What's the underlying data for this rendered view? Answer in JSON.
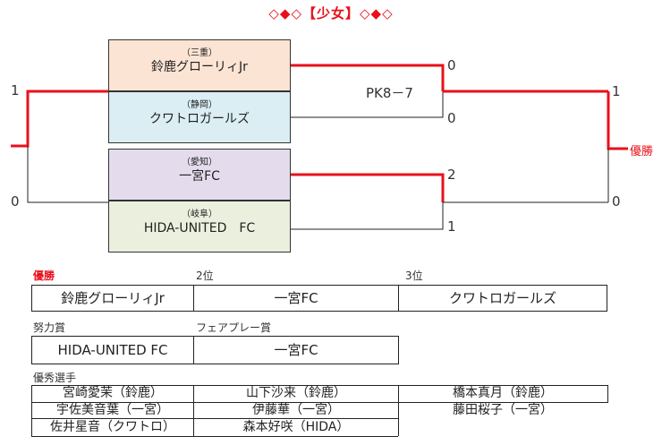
{
  "title": "◇◆◇【少女】◇◆◇",
  "teams": [
    {
      "pref": "（三重）",
      "name": "鈴鹿グローリィJr",
      "bg": "#fce4d4"
    },
    {
      "pref": "（静岡）",
      "name": "クワトロガールズ",
      "bg": "#daeef4"
    },
    {
      "pref": "（愛知）",
      "name": "一宮FC",
      "bg": "#e4dced"
    },
    {
      "pref": "（岐阜）",
      "name": "HIDA-UNITED　FC",
      "bg": "#ebf0de"
    }
  ],
  "scores": {
    "semi1_top": "0",
    "semi1_bottom": "0",
    "pk": "PK8－7",
    "semi2_top": "2",
    "semi2_bottom": "1",
    "final_left_top": "1",
    "final_left_bottom": "0",
    "final_right_top": "1",
    "final_right_bottom": "0"
  },
  "winner_label": "優勝",
  "results": {
    "first_label": "優勝",
    "second_label": "2位",
    "third_label": "3位",
    "first": "鈴鹿グローリィJr",
    "second": "一宮FC",
    "third": "クワトロガールズ"
  },
  "awards": {
    "effort_label": "努力賞",
    "fairplay_label": "フェアプレー賞",
    "effort": "HIDA-UNITED FC",
    "fairplay": "一宮FC"
  },
  "players": {
    "label": "優秀選手",
    "rows": [
      [
        "宮崎愛茉（鈴鹿）",
        "山下沙来（鈴鹿）",
        "橋本真月（鈴鹿）"
      ],
      [
        "宇佐美音葉（一宮）",
        "伊藤華（一宮）",
        "藤田桜子（一宮）"
      ],
      [
        "佐井星音（クワトロ）",
        "森本好咲（HIDA）",
        ""
      ]
    ]
  },
  "colors": {
    "accent": "#e8111b",
    "line": "#222222"
  }
}
